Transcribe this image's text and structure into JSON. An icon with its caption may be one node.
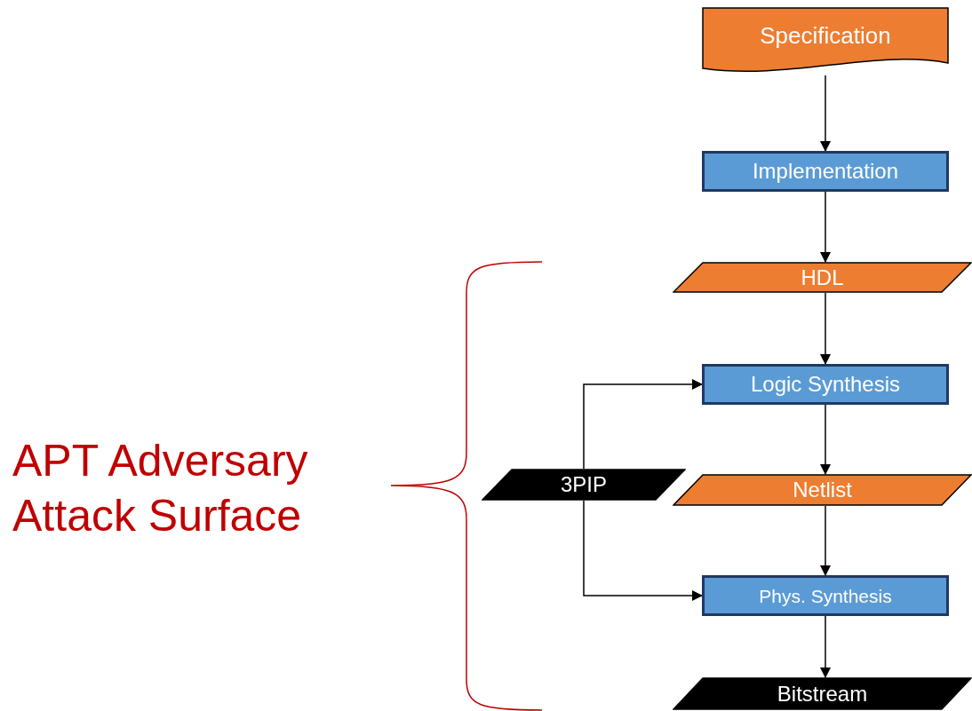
{
  "diagram": {
    "nodes": [
      {
        "text": [
          "Specification"
        ]
      },
      {
        "text": [
          "Implementation"
        ]
      },
      {
        "text": [
          "HDL"
        ]
      },
      {
        "text": [
          "Logic Synthesis"
        ]
      },
      {
        "text": [
          "3PIP"
        ]
      },
      {
        "text": [
          "Netlist"
        ]
      },
      {
        "text": [
          "Phys. Synthesis"
        ]
      },
      {
        "text": [
          "Bitstream"
        ]
      }
    ],
    "edges": [
      {
        "from": 0,
        "to": 1,
        "arrow": "to"
      },
      {
        "from": 1,
        "to": 2,
        "arrow": "to"
      },
      {
        "from": 2,
        "to": 3,
        "arrow": "to"
      },
      {
        "from": 3,
        "to": 5,
        "arrow": "to"
      },
      {
        "from": 5,
        "to": 6,
        "arrow": "to"
      },
      {
        "from": 6,
        "to": 7,
        "arrow": "to"
      },
      {
        "from": 4,
        "to": 3,
        "arrow": "to"
      },
      {
        "from": 4,
        "to": 6,
        "arrow": "to"
      }
    ],
    "labels": [
      "APT Adversary Attack Surface"
    ]
  }
}
